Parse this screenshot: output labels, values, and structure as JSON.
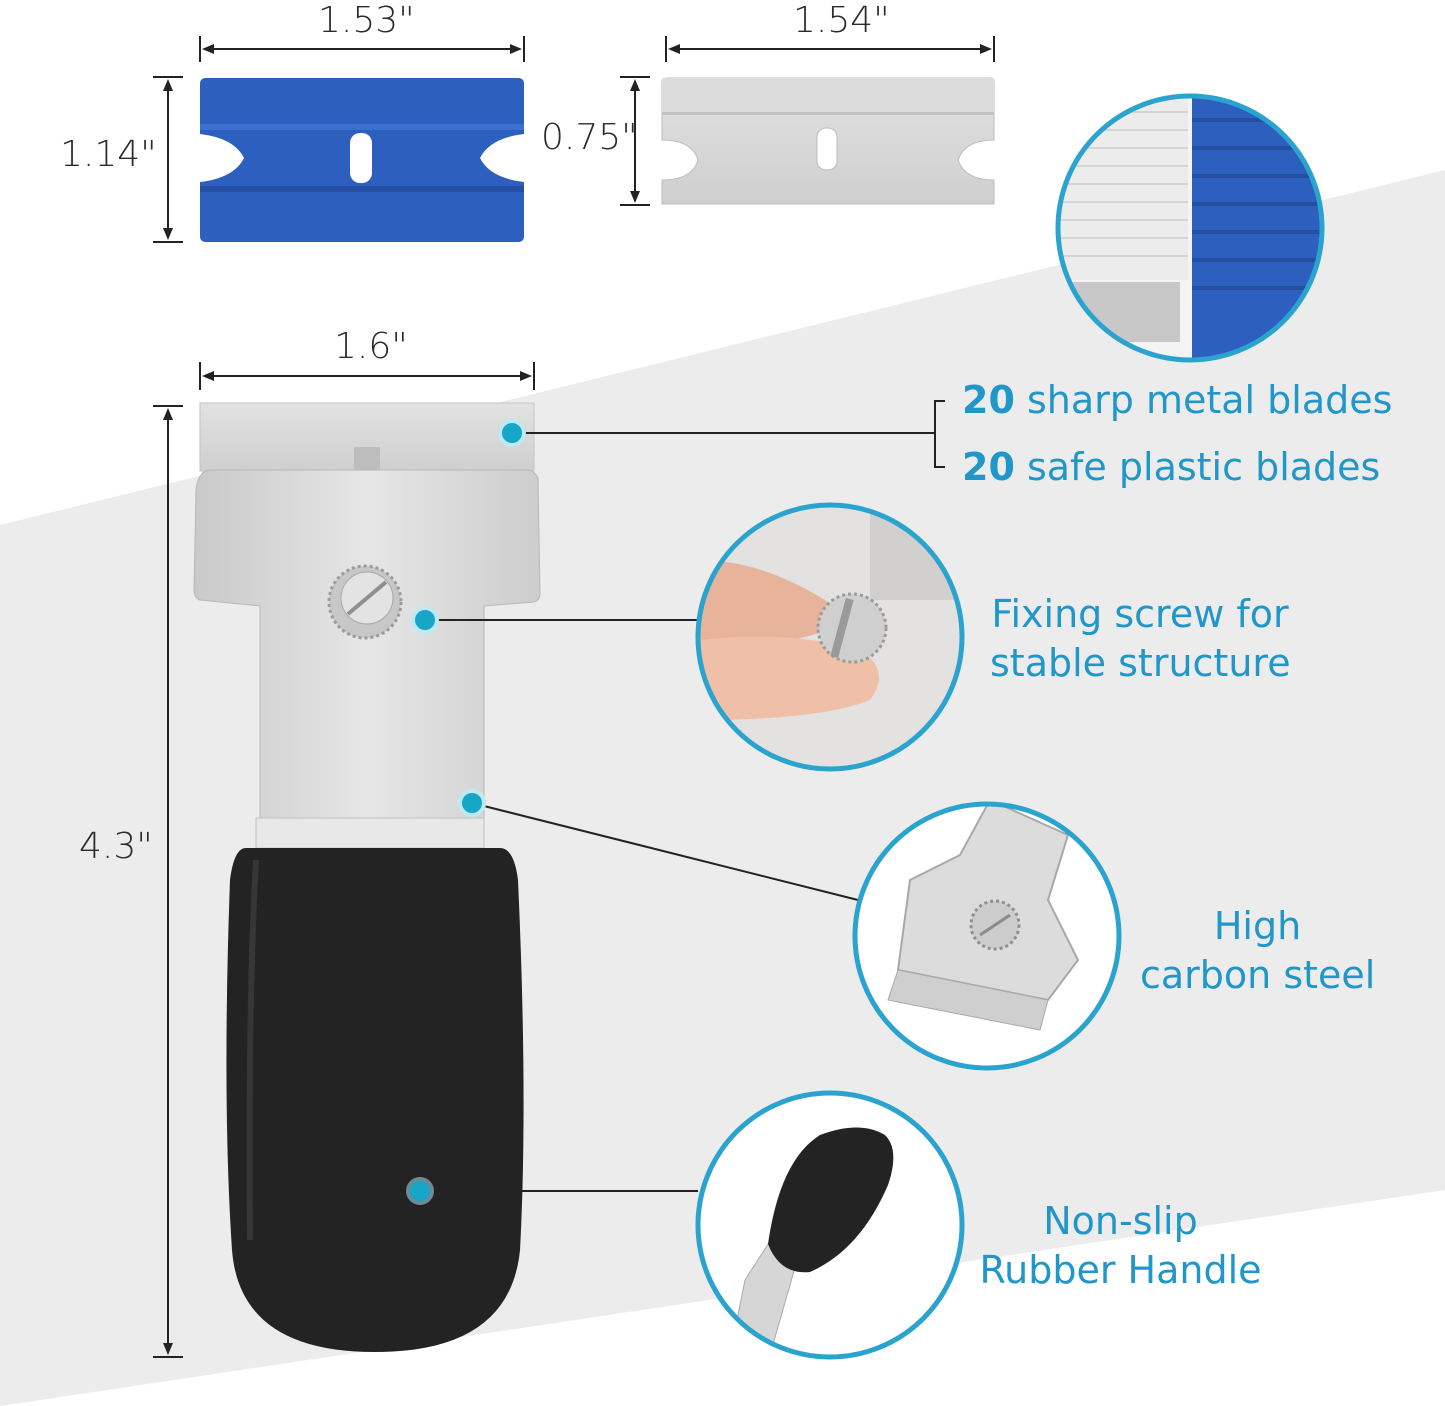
{
  "dimensions": {
    "plastic_blade_width": "1.53\"",
    "plastic_blade_height": "1.14\"",
    "metal_blade_width": "1.54\"",
    "metal_blade_height": "0.75\"",
    "scraper_head_width": "1.6\"",
    "scraper_length": "4.3\""
  },
  "callouts": {
    "blades": {
      "line1_count": "20",
      "line1_text": " sharp metal blades",
      "line2_count": "20",
      "line2_text": " safe plastic blades"
    },
    "screw": {
      "line1": "Fixing screw for",
      "line2": "stable structure"
    },
    "steel": {
      "line1": "High",
      "line2": "carbon steel"
    },
    "handle": {
      "line1": "Non-slip",
      "line2": "Rubber Handle"
    }
  },
  "colors": {
    "accent": "#2196c9",
    "dot": "#17a6c6",
    "plastic_blade": "#2d5fbf",
    "steel": "#d6d6d6",
    "handle": "#232323",
    "background_band": "#ececec"
  }
}
